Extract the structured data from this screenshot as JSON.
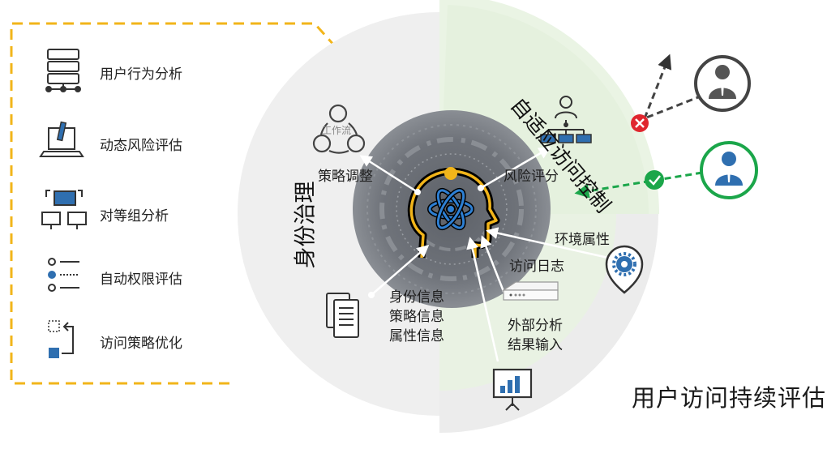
{
  "title": "用户访问持续评估",
  "left_panel": {
    "items": [
      {
        "icon": "server-network-icon",
        "label": "用户行为分析"
      },
      {
        "icon": "laptop-pen-icon",
        "label": "动态风险评估"
      },
      {
        "icon": "peer-group-icon",
        "label": "对等组分析"
      },
      {
        "icon": "permission-list-icon",
        "label": "自动权限评估"
      },
      {
        "icon": "policy-optimize-icon",
        "label": "访问策略优化"
      }
    ],
    "border_color": "#f2b51a"
  },
  "sectors": {
    "identity_governance": "身份治理",
    "adaptive_access_control": "自适应访问控制"
  },
  "workflow_label": "工作流",
  "flows": {
    "policy_adjust": "策略调整",
    "risk_score": "风险评分",
    "environment_attributes": "环境属性",
    "access_log": "访问日志",
    "identity_info": [
      "身份信息",
      "策略信息",
      "属性信息"
    ],
    "external_analysis": [
      "外部分析",
      "结果输入"
    ]
  },
  "colors": {
    "accent_orange": "#f2b51a",
    "deny_red": "#e0262e",
    "allow_green": "#1ba64a",
    "icon_blue": "#2f6fb0",
    "adaptive_bg": "#eaf4e4",
    "sector_gray": "#efefef",
    "core_gray": "#7b7f85"
  }
}
